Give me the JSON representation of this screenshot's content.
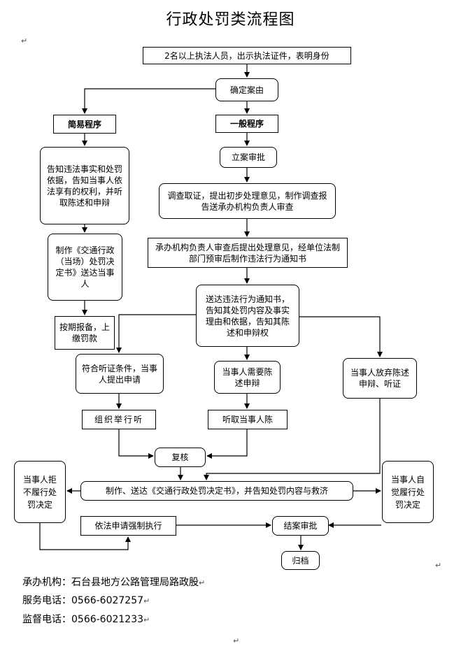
{
  "title": "行政处罚类流程图",
  "nodes": {
    "n1": "2名以上执法人员，出示执法证件，表明身份",
    "n2": "确定案由",
    "n3": "简易程序",
    "n4": "一般程序",
    "n5": "告知违法事实和处罚依据，告知当事人依法享有的权利，并听取陈述和申辩",
    "n6": "立案审批",
    "n7": "调查取证，提出初步处理意见，制作调查报告送承办机构负责人审查",
    "n8": "制作《交通行政（当场）处罚决定书》送达当事人",
    "n9": "承办机构负责人审查后提出处理意见，经单位法制部门预审后制作违法行为通知书",
    "n10": "送达违法行为通知书，告知其处罚内容及事实理由和依据，告知其陈述和申辩权",
    "n11": "按期报备，上缴罚款",
    "n12": "符合听证条件，当事人提出申请",
    "n13": "当事人需要陈述申辩",
    "n14": "当事人放弃陈述申辩、听证",
    "n15": "组织举行听",
    "n16": "听取当事人陈",
    "n17": "复核",
    "n18": "当事人拒不履行处罚决定",
    "n19": "制作、送达《交通行政处罚决定书》，并告知处罚内容与救济",
    "n20": "当事人自觉履行处罚决定",
    "n21": "依法申请强制执行",
    "n22": "结案审批",
    "n23": "归档"
  },
  "footer": {
    "agency_label": "承办机构：",
    "agency": "石台县地方公路管理局路政股",
    "service_label": "服务电话：",
    "service": "0566-6027257",
    "supervise_label": "监督电话：",
    "supervise": "0566-6021233"
  },
  "paragraph_mark": "↵"
}
